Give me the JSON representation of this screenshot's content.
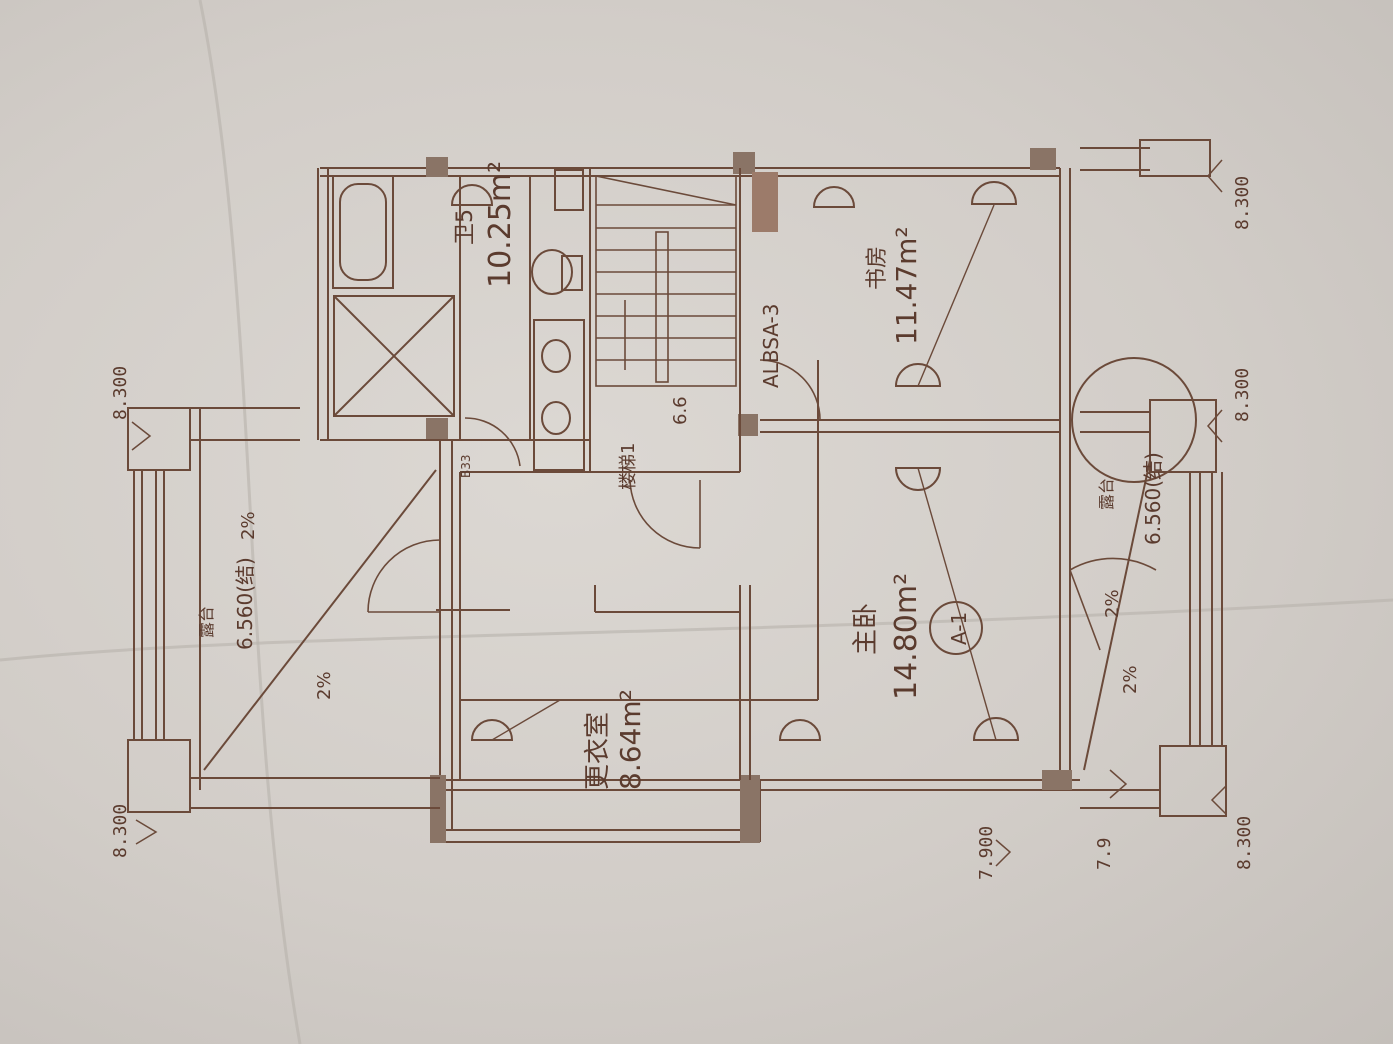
{
  "rooms": {
    "bath_area": "10.25m²",
    "bath_label": "卫5",
    "study_name": "书房",
    "study_area": "11.47m²",
    "master_name": "主卧",
    "master_area": "14.80m²",
    "closet_name": "更衣室",
    "closet_area": "8.64m²",
    "stair_name": "楼梯1"
  },
  "terraces": {
    "left_name": "露台",
    "left_level": "6.560(结)",
    "right_name": "露台",
    "right_level": "6.560(结)"
  },
  "slopes": {
    "s1": "2%",
    "s2": "2%",
    "s3": "2%",
    "s4": "2%"
  },
  "levels": {
    "top_left": "8.300",
    "bottom_left": "8.300",
    "top_right_1": "8.300",
    "top_right_2": "8.300",
    "bottom_right": "8.300",
    "stair_level": "6.6",
    "bottom_mid": "7.9",
    "bottom_mid2": "7.900"
  },
  "tags": {
    "detail_ref": "ALBSA-3",
    "section_id": "A-1",
    "wall_tag": "B33"
  }
}
